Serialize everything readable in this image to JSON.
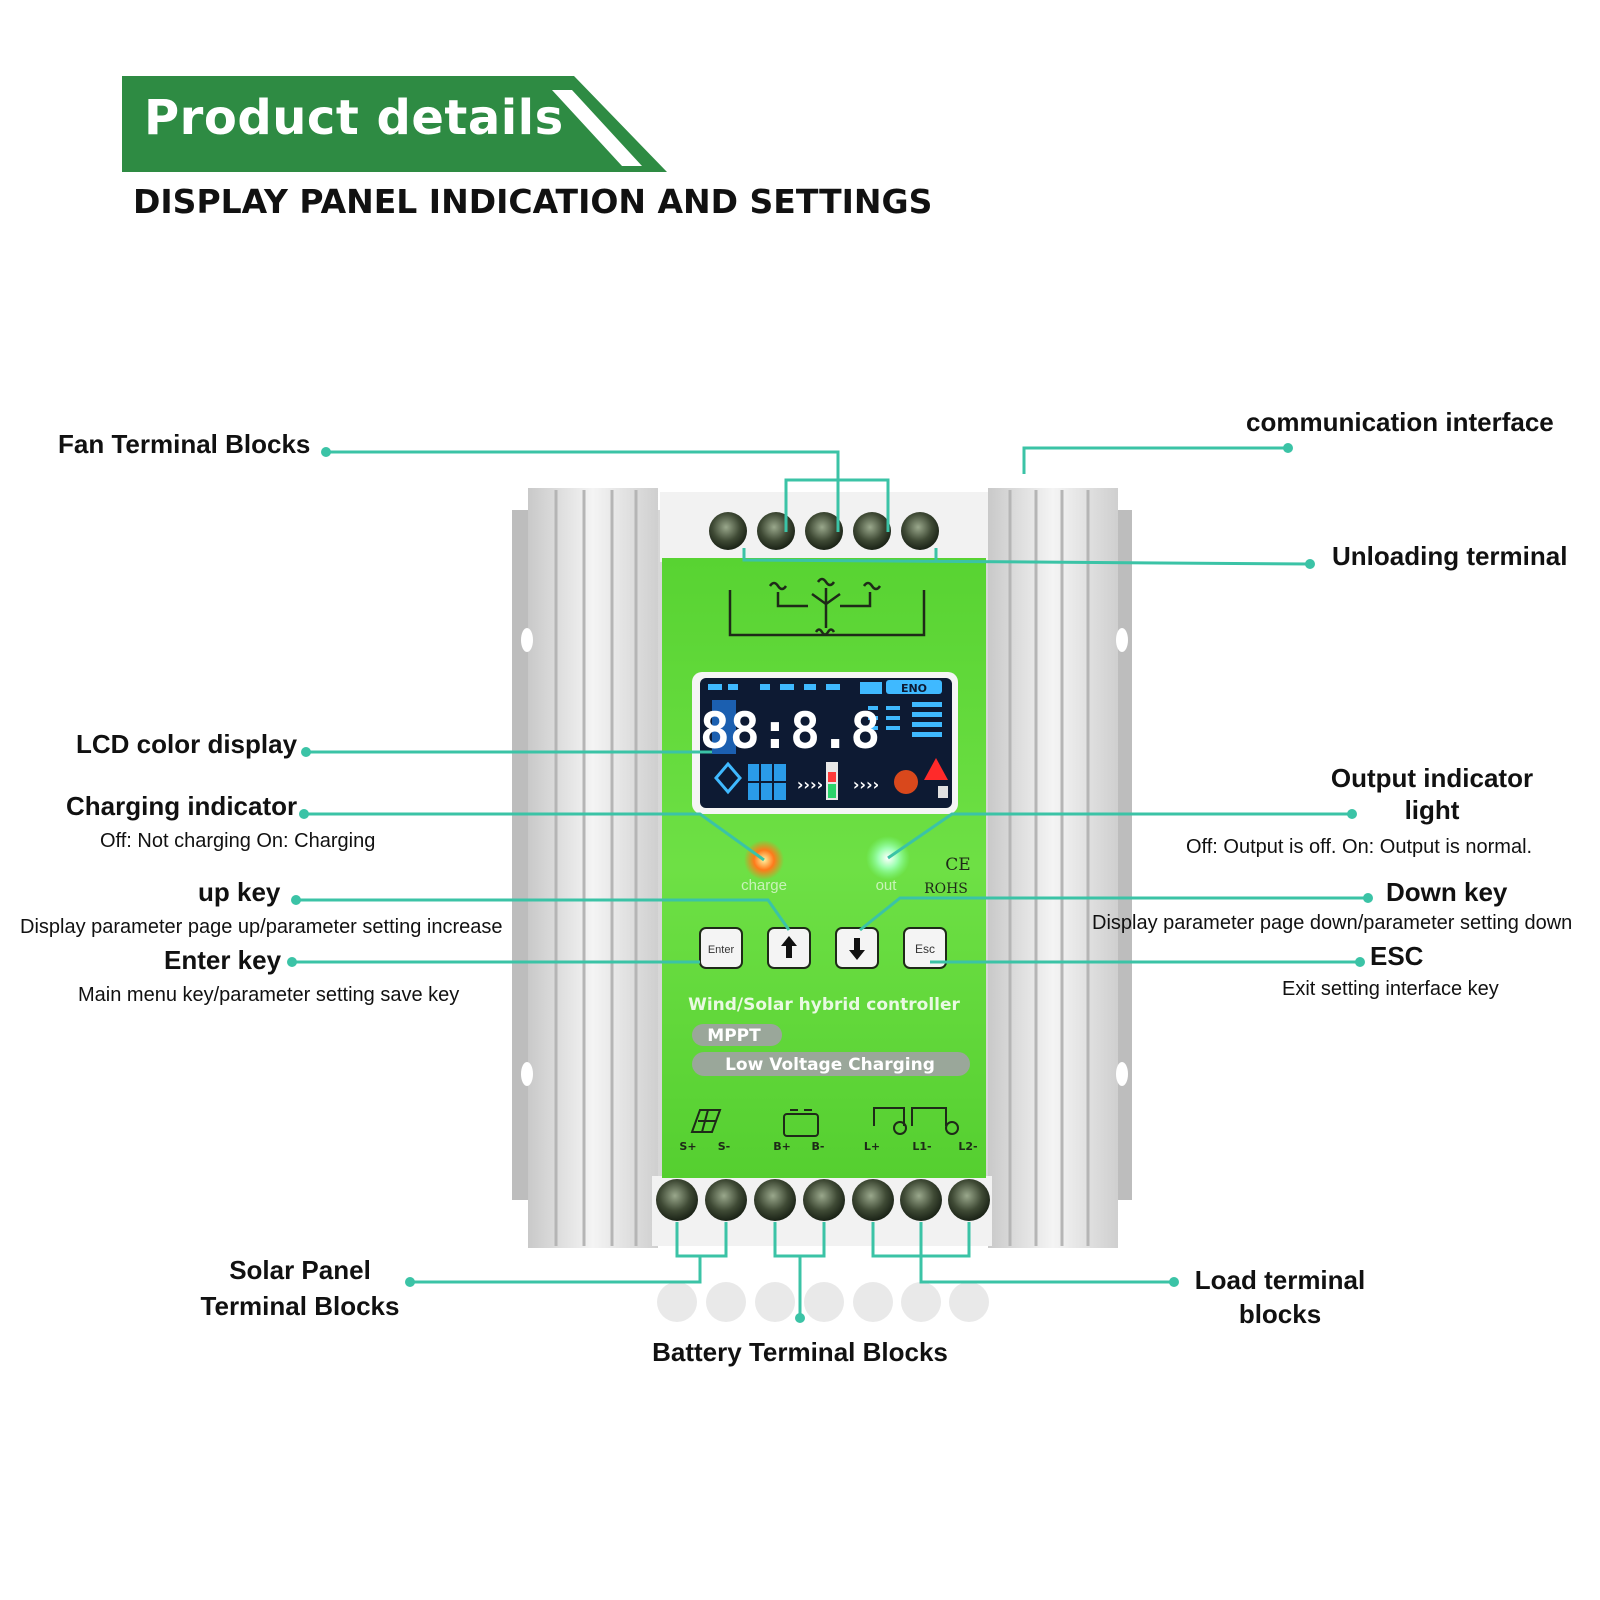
{
  "header": {
    "banner_title": "Product details",
    "subtitle": "DISPLAY PANEL INDICATION AND SETTINGS"
  },
  "callouts": {
    "fan_terminal": "Fan Terminal Blocks",
    "communication": "communication interface",
    "unloading": "Unloading terminal",
    "lcd": "LCD color display",
    "charging": "Charging indicator",
    "charging_desc": "Off: Not charging On: Charging",
    "output_line1": "Output indicator",
    "output_line2": "light",
    "output_desc": "Off: Output is off. On: Output is normal.",
    "up_key": "up key",
    "up_key_desc": "Display parameter page up/parameter setting increase",
    "down_key": "Down key",
    "down_key_desc": "Display parameter page down/parameter setting down",
    "enter_key": "Enter key",
    "enter_key_desc": "Main menu key/parameter setting save key",
    "esc_key": "ESC",
    "esc_key_desc": "Exit setting interface key",
    "solar_line1": "Solar Panel",
    "solar_line2": "Terminal Blocks",
    "battery": "Battery Terminal Blocks",
    "load_line1": "Load terminal",
    "load_line2": "blocks"
  },
  "device": {
    "lcd_digits": "88:8.8",
    "lcd_badge": "ENO",
    "charge_label": "charge",
    "out_label": "out",
    "ce_mark": "CE",
    "rohs_mark": "ROHS",
    "enter_button": "Enter",
    "esc_button": "Esc",
    "product_name": "Wind/Solar  hybrid  controller",
    "mppt_tag": "MPPT",
    "low_voltage_tag": "Low Voltage Charging",
    "terminal_labels": [
      "S+",
      "S-",
      "B+",
      "B-",
      "L+",
      "L1-",
      "L2-"
    ]
  },
  "colors": {
    "banner_green": "#2e8b43",
    "panel_green": "#5fd83a",
    "leader_teal": "#3bc3a6",
    "lcd_bg": "#0d1a33",
    "lcd_cyan": "#3fb9ff",
    "charge_led": "#ff7a1a",
    "out_led": "#7dff8a"
  }
}
